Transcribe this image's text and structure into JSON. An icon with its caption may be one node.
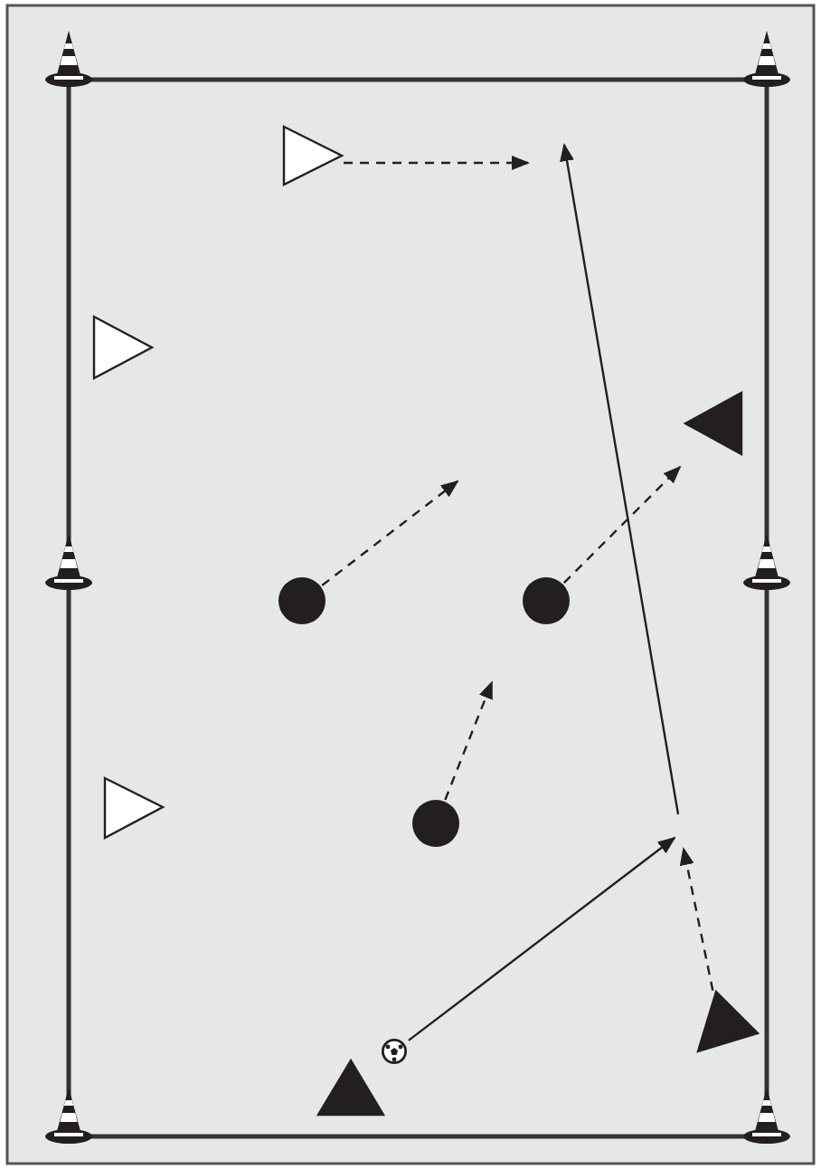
{
  "diagram": {
    "nodes": [
      {
        "text": [],
        "shape": "triangle"
      },
      {
        "text": [],
        "shape": "triangle"
      },
      {
        "text": [],
        "shape": "triangle"
      },
      {
        "text": [],
        "shape": "circle"
      },
      {
        "text": [],
        "shape": "circle"
      },
      {
        "text": [],
        "shape": "circle"
      },
      {
        "text": [],
        "shape": "triangle"
      },
      {
        "text": [],
        "shape": "triangle"
      },
      {
        "text": [],
        "shape": "ball"
      },
      {
        "text": [],
        "shape": "triangle"
      }
    ],
    "edges": [
      {
        "from": 0,
        "to": null,
        "arrow": "to",
        "style": "dashed"
      },
      {
        "from": 3,
        "to": null,
        "arrow": "to",
        "style": "dashed"
      },
      {
        "from": 4,
        "to": 2,
        "arrow": "to",
        "style": "dashed"
      },
      {
        "from": 5,
        "to": null,
        "arrow": "to",
        "style": "dashed"
      },
      {
        "from": 8,
        "to": null,
        "arrow": "to"
      },
      {
        "from": 7,
        "to": null,
        "arrow": "to",
        "style": "dashed"
      }
    ]
  }
}
